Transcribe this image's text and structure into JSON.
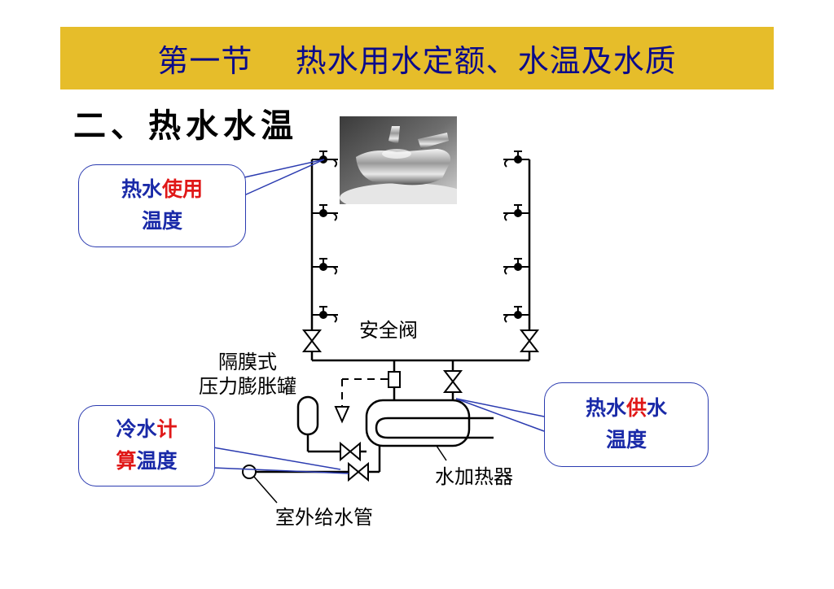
{
  "title": "第一节    热水用水定额、水温及水质",
  "section": "二、热水水温",
  "callouts": {
    "use_temp": {
      "part1": "热水",
      "part2": "使用",
      "line2": "温度"
    },
    "cold_temp": {
      "part1": "冷水",
      "part2": "计",
      "line2a": "算",
      "line2b": "温度"
    },
    "supply_temp": {
      "part1": "热水",
      "part2": "供",
      "part3": "水",
      "line2": "温度"
    }
  },
  "labels": {
    "safety_valve": "安全阀",
    "expansion_tank_line1": "隔膜式",
    "expansion_tank_line2": "压力膨胀罐",
    "water_heater": "水加热器",
    "outdoor_supply": "室外给水管"
  },
  "colors": {
    "title_bar": "#e6bd2a",
    "title_text": "#0b0b8a",
    "callout_blue": "#1a2aa8",
    "callout_red": "#e01818"
  }
}
